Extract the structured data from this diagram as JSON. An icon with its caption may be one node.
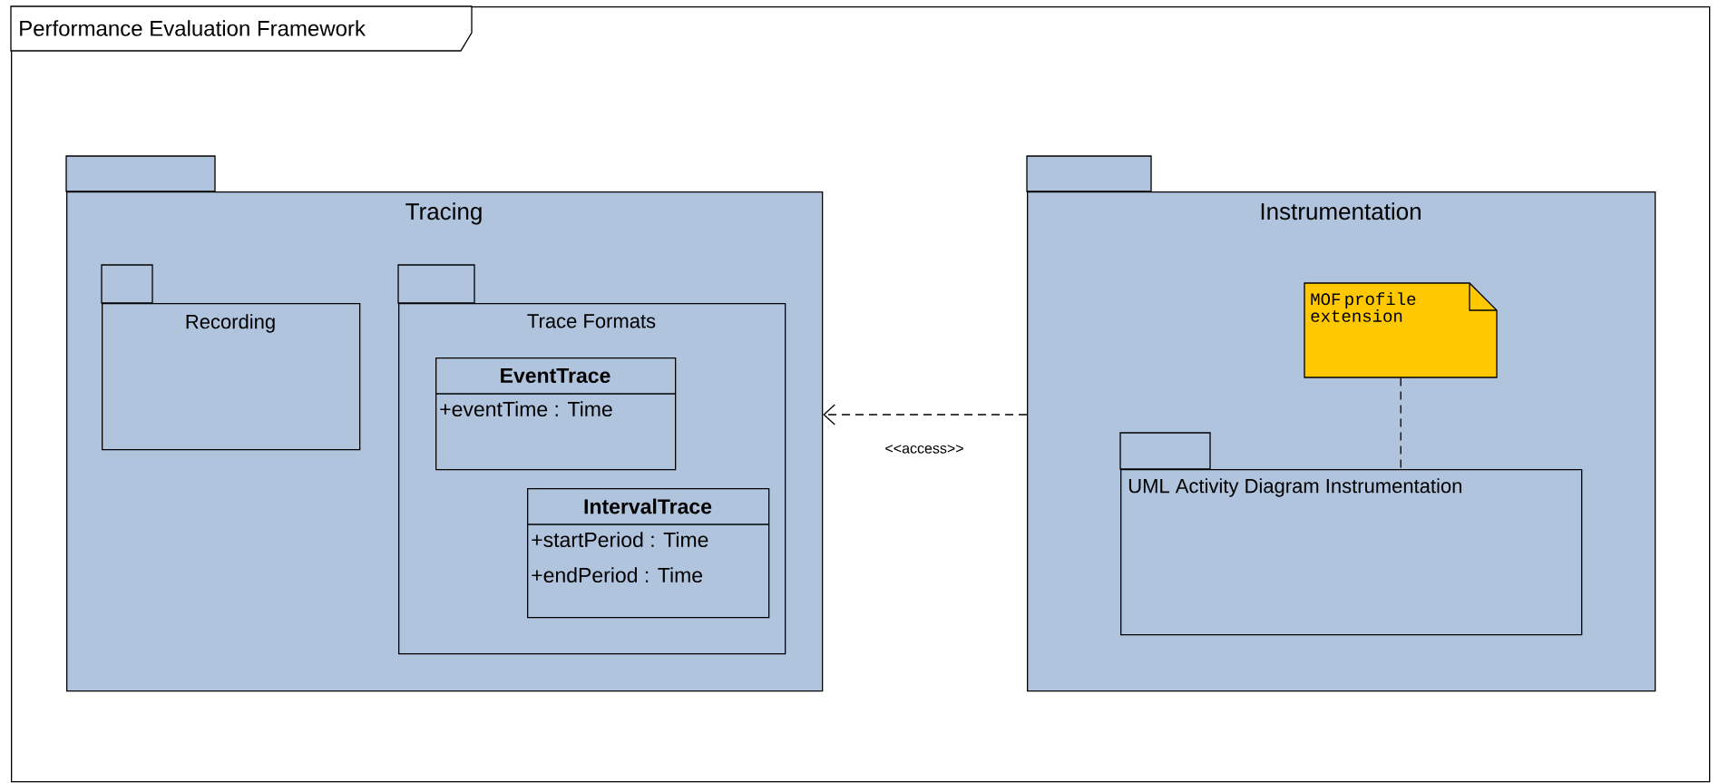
{
  "diagram": {
    "nodes": [
      {
        "text": [
          "Performance Evaluation Framework"
        ]
      },
      {
        "text": [
          "Tracing"
        ],
        "in": 0
      },
      {
        "text": [
          "Recording"
        ],
        "in": 1
      },
      {
        "text": [
          "Trace Formats"
        ],
        "in": 1
      },
      {
        "text": [
          "EventTrace",
          "+eventTime : Time"
        ],
        "in": 3
      },
      {
        "text": [
          "IntervalTrace",
          "+startPeriod : Time",
          "+endPeriod : Time"
        ],
        "in": 3
      },
      {
        "text": [
          "Instrumentation"
        ],
        "in": 0
      },
      {
        "text": [
          "MOF profile extension"
        ],
        "in": 6
      },
      {
        "text": [
          "UML Activity Diagram Instrumentation"
        ],
        "in": 6
      }
    ],
    "edges": [
      {
        "from": 6,
        "to": 1,
        "arrow": "to",
        "style": "dashed",
        "label": "<<access>>"
      },
      {
        "from": 7,
        "to": 8,
        "arrow": "none",
        "style": "dashed"
      }
    ]
  }
}
